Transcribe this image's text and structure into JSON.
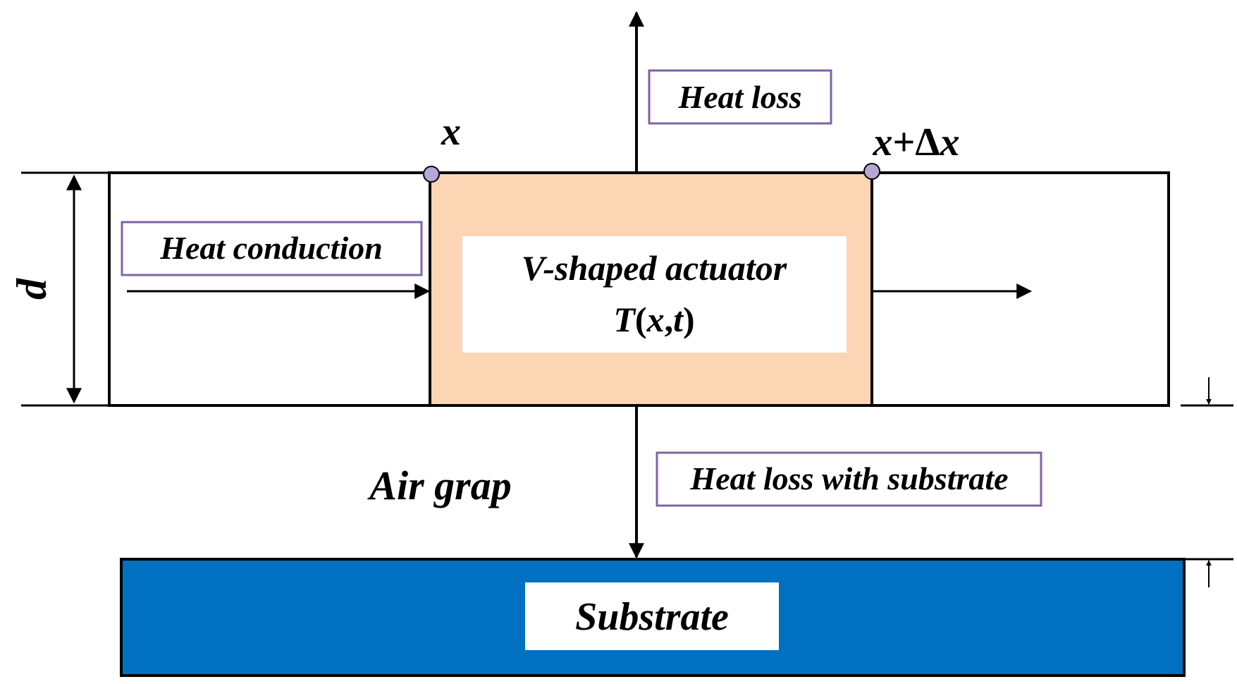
{
  "labels": {
    "heat_loss": "Heat loss",
    "heat_conduction": "Heat conduction",
    "actuator_line1": "V-shaped actuator",
    "actuator_line2_T": "T",
    "actuator_line2_open": "(",
    "actuator_line2_x": "x",
    "actuator_line2_comma": ",",
    "actuator_line2_t": "t",
    "actuator_line2_close": ")",
    "x_label": "x",
    "x_plus_dx_x1": "x",
    "x_plus_dx_op": "+Δ",
    "x_plus_dx_x2": "x",
    "thickness_label": "d",
    "air_gap": "Air grap",
    "heat_loss_substrate": "Heat loss with substrate",
    "substrate": "Substrate"
  },
  "colors": {
    "line": "#000000",
    "label_box_border": "#8064a2",
    "actuator_fill": "#fcd5b5",
    "substrate_fill": "#0070c0",
    "node_marker": "#b4a7d6"
  }
}
